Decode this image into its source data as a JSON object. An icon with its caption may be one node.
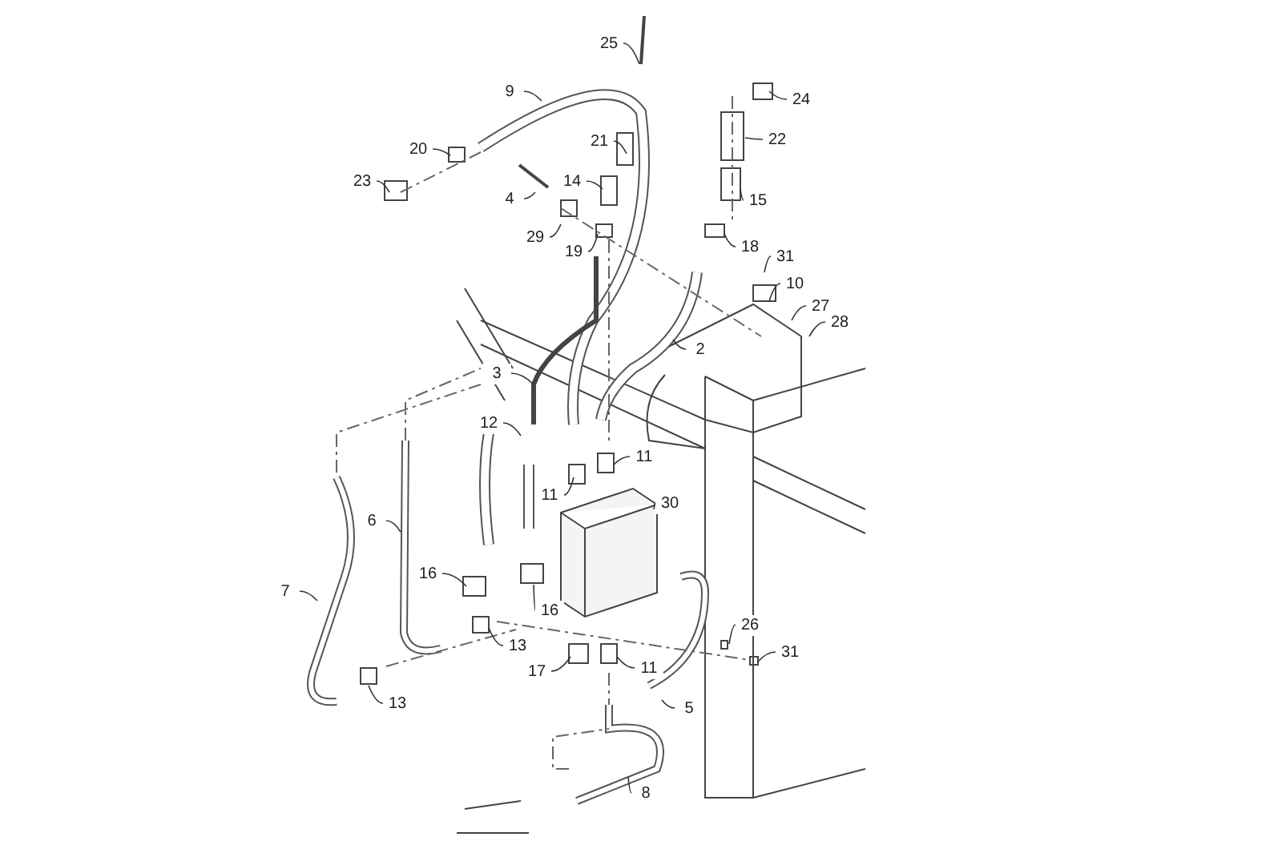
{
  "diagram": {
    "nodes": [
      {
        "text": [
          "25"
        ]
      },
      {
        "text": [
          "9"
        ]
      },
      {
        "text": [
          "24"
        ]
      },
      {
        "text": [
          "21"
        ]
      },
      {
        "text": [
          "22"
        ]
      },
      {
        "text": [
          "20"
        ]
      },
      {
        "text": [
          "23"
        ]
      },
      {
        "text": [
          "14"
        ]
      },
      {
        "text": [
          "15"
        ]
      },
      {
        "text": [
          "4"
        ]
      },
      {
        "text": [
          "29"
        ]
      },
      {
        "text": [
          "19"
        ]
      },
      {
        "text": [
          "18"
        ]
      },
      {
        "text": [
          "31"
        ]
      },
      {
        "text": [
          "10"
        ]
      },
      {
        "text": [
          "27"
        ]
      },
      {
        "text": [
          "28"
        ]
      },
      {
        "text": [
          "2"
        ]
      },
      {
        "text": [
          "3"
        ]
      },
      {
        "text": [
          "12"
        ]
      },
      {
        "text": [
          "11"
        ]
      },
      {
        "text": [
          "11"
        ]
      },
      {
        "text": [
          "30"
        ]
      },
      {
        "text": [
          "6"
        ]
      },
      {
        "text": [
          "7"
        ]
      },
      {
        "text": [
          "16"
        ]
      },
      {
        "text": [
          "16"
        ]
      },
      {
        "text": [
          "13"
        ]
      },
      {
        "text": [
          "26"
        ]
      },
      {
        "text": [
          "31"
        ]
      },
      {
        "text": [
          "17"
        ]
      },
      {
        "text": [
          "11"
        ]
      },
      {
        "text": [
          "13"
        ]
      },
      {
        "text": [
          "5"
        ]
      },
      {
        "text": [
          "8"
        ]
      }
    ],
    "edges": [
      {
        "from": 0,
        "to": null,
        "arrow": "none"
      },
      {
        "from": 1,
        "to": null,
        "arrow": "none"
      },
      {
        "from": 2,
        "to": null,
        "arrow": "none"
      },
      {
        "from": 3,
        "to": null,
        "arrow": "none"
      },
      {
        "from": 4,
        "to": null,
        "arrow": "none"
      },
      {
        "from": 5,
        "to": null,
        "arrow": "none"
      },
      {
        "from": 6,
        "to": null,
        "arrow": "none"
      },
      {
        "from": 7,
        "to": null,
        "arrow": "none"
      },
      {
        "from": 8,
        "to": null,
        "arrow": "none"
      },
      {
        "from": 9,
        "to": null,
        "arrow": "none"
      },
      {
        "from": 10,
        "to": null,
        "arrow": "none"
      },
      {
        "from": 11,
        "to": null,
        "arrow": "none"
      },
      {
        "from": 12,
        "to": null,
        "arrow": "none"
      },
      {
        "from": 13,
        "to": null,
        "arrow": "none"
      },
      {
        "from": 14,
        "to": null,
        "arrow": "none"
      },
      {
        "from": 15,
        "to": null,
        "arrow": "none"
      },
      {
        "from": 16,
        "to": null,
        "arrow": "none"
      },
      {
        "from": 17,
        "to": null,
        "arrow": "none"
      },
      {
        "from": 18,
        "to": null,
        "arrow": "none"
      },
      {
        "from": 19,
        "to": null,
        "arrow": "none"
      },
      {
        "from": 20,
        "to": null,
        "arrow": "none"
      },
      {
        "from": 21,
        "to": null,
        "arrow": "none"
      },
      {
        "from": 22,
        "to": null,
        "arrow": "none"
      },
      {
        "from": 23,
        "to": null,
        "arrow": "none"
      },
      {
        "from": 24,
        "to": null,
        "arrow": "none"
      },
      {
        "from": 25,
        "to": null,
        "arrow": "none"
      },
      {
        "from": 26,
        "to": null,
        "arrow": "none"
      },
      {
        "from": 27,
        "to": null,
        "arrow": "none"
      },
      {
        "from": 28,
        "to": null,
        "arrow": "none"
      },
      {
        "from": 29,
        "to": null,
        "arrow": "none"
      },
      {
        "from": 30,
        "to": null,
        "arrow": "none"
      },
      {
        "from": 31,
        "to": null,
        "arrow": "none"
      },
      {
        "from": 32,
        "to": null,
        "arrow": "none"
      },
      {
        "from": 33,
        "to": null,
        "arrow": "none"
      },
      {
        "from": 34,
        "to": null,
        "arrow": "none"
      }
    ]
  }
}
